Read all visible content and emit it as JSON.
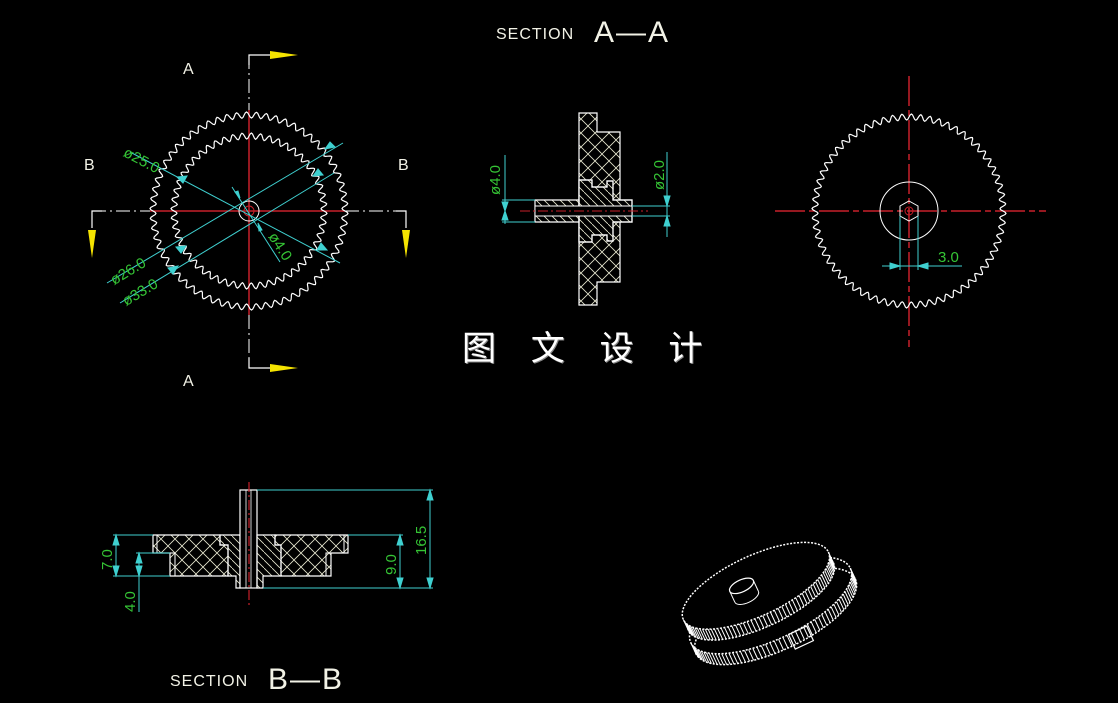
{
  "drawing": {
    "background": "#000000",
    "colors": {
      "outline": "#ffffff",
      "centerline": "#c8202a",
      "dimension_line": "#3fd0d0",
      "dimension_text": "#35c535",
      "section_arrow": "#f5e400",
      "label": "#f2f2e6"
    }
  },
  "views": {
    "front": {
      "cut_labels": {
        "a_top": "A",
        "a_bottom": "A",
        "b_left": "B",
        "b_right": "B"
      },
      "dimensions": {
        "d25": "ø25.0",
        "d26": "ø26.0",
        "d33": "ø33.0",
        "d4": "ø4.0"
      }
    },
    "section_aa": {
      "title_small": "SECTION",
      "title_big": "A—A",
      "dimensions": {
        "d4": "ø4.0",
        "d2": "ø2.0"
      }
    },
    "side": {
      "dimensions": {
        "w3": "3.0"
      }
    },
    "section_bb": {
      "title_small": "SECTION",
      "title_big": "B—B",
      "dimensions": {
        "h7": "7.0",
        "h4": "4.0",
        "h9": "9.0",
        "h16_5": "16.5"
      }
    },
    "isometric": {
      "description": "isometric-double-gear"
    }
  },
  "watermark": "图 文 设 计"
}
